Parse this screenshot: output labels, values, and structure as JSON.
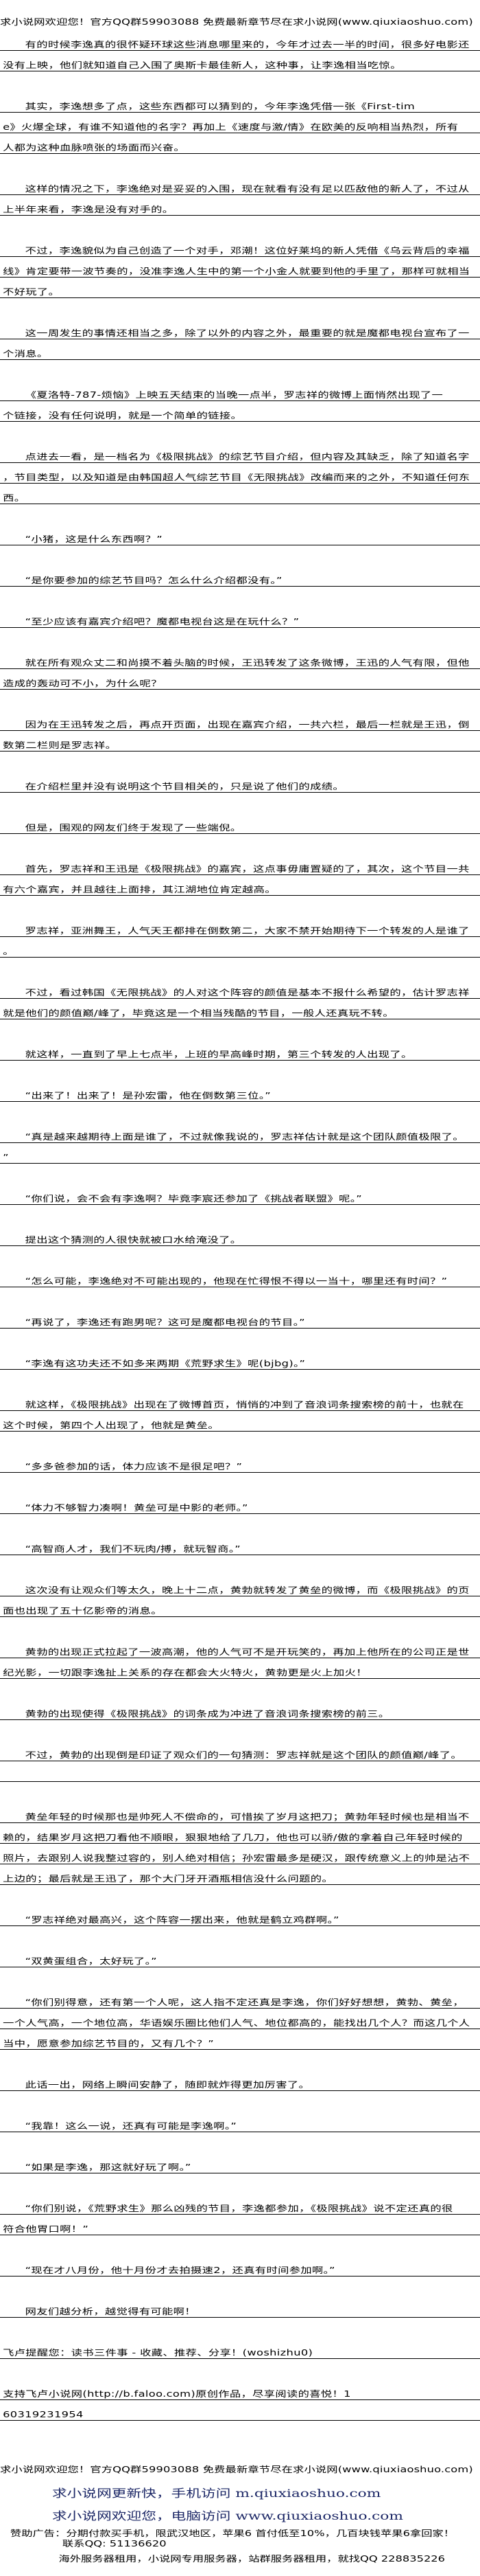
{
  "header": {
    "notice": "求小说网欢迎您！官方QQ群59903088 免费最新章节尽在求小说网(www.qiuxiaoshuo.com)"
  },
  "article": {
    "paragraphs": [
      {
        "lines": [
          "有的时候李逸真的很怀疑环球这些消息哪里来的，今年才过去一半的时间，很多好电影还",
          "没有上映，他们就知道自己入围了奥斯卡最佳新人，这种事，让李逸相当吃惊。"
        ]
      },
      {
        "lines": [
          "其实，李逸想多了点，这些东西都可以猜到的，今年李逸凭借一张《First-tim",
          "e》火爆全球，有谁不知道他的名字？再加上《速度与激/情》在欧美的反响相当热烈，所有",
          "人都为这种血脉喷张的场面而兴奋。"
        ]
      },
      {
        "lines": [
          "这样的情况之下，李逸绝对是妥妥的入围，现在就看有没有足以匹敌他的新人了，不过从",
          "上半年来看，李逸是没有对手的。"
        ]
      },
      {
        "lines": [
          "不过，李逸貌似为自己创造了一个对手，邓潮！这位好莱坞的新人凭借《乌云背后的幸福",
          "线》肯定要带一波节奏的，没准李逸人生中的第一个小金人就要到他的手里了，那样可就相当",
          "不好玩了。"
        ]
      },
      {
        "lines": [
          "这一周发生的事情还相当之多，除了以外的内容之外，最重要的就是魔都电视台宣布了一",
          "个消息。"
        ]
      },
      {
        "lines": [
          "《夏洛特-787-烦恼》上映五天结束的当晚一点半，罗志祥的微博上面悄然出现了一",
          "个链接，没有任何说明，就是一个简单的链接。"
        ]
      },
      {
        "lines": [
          "点进去一看，是一档名为《极限挑战》的综艺节目介绍，但内容及其缺乏，除了知道名字",
          "，节目类型，以及知道是由韩国超人气综艺节目《无限挑战》改编而来的之外，不知道任何东",
          "西。"
        ]
      },
      {
        "lines": [
          "“小猪，这是什么东西啊？”"
        ]
      },
      {
        "lines": [
          "“是你要参加的综艺节目吗？怎么什么介绍都没有。”"
        ]
      },
      {
        "lines": [
          "“至少应该有嘉宾介绍吧？魔都电视台这是在玩什么？”"
        ]
      },
      {
        "lines": [
          "就在所有观众丈二和尚摸不着头脑的时候，王迅转发了这条微博，王迅的人气有限，但他",
          "造成的轰动可不小，为什么呢？"
        ]
      },
      {
        "lines": [
          "因为在王迅转发之后，再点开页面，出现在嘉宾介绍，一共六栏，最后一栏就是王迅，倒",
          "数第二栏则是罗志祥。"
        ]
      },
      {
        "lines": [
          "在介绍栏里并没有说明这个节目相关的，只是说了他们的成绩。"
        ]
      },
      {
        "lines": [
          "但是，围观的网友们终于发现了一些端倪。"
        ]
      },
      {
        "lines": [
          "首先，罗志祥和王迅是《极限挑战》的嘉宾，这点事毋庸置疑的了，其次，这个节目一共",
          "有六个嘉宾，并且越往上面排，其江湖地位肯定越高。"
        ]
      },
      {
        "lines": [
          "罗志祥，亚洲舞王，人气天王都排在倒数第二，大家不禁开始期待下一个转发的人是谁了",
          "。"
        ]
      },
      {
        "lines": [
          "不过，看过韩国《无限挑战》的人对这个阵容的颜值是基本不报什么希望的，估计罗志祥",
          "就是他们的颜值巅/峰了，毕竟这是一个相当残酷的节目，一般人还真玩不转。"
        ]
      },
      {
        "lines": [
          "就这样，一直到了早上七点半，上班的早高峰时期，第三个转发的人出现了。"
        ]
      },
      {
        "lines": [
          "“出来了！出来了！是孙宏雷，他在倒数第三位。”"
        ]
      },
      {
        "lines": [
          "“真是越来越期待上面是谁了，不过就像我说的，罗志祥估计就是这个团队颜值极限了。",
          "”"
        ]
      },
      {
        "lines": [
          "“你们说，会不会有李逸啊？毕竟李宸还参加了《挑战者联盟》呢。”"
        ]
      },
      {
        "lines": [
          "提出这个猜测的人很快就被口水给淹没了。"
        ]
      },
      {
        "lines": [
          "“怎么可能，李逸绝对不可能出现的，他现在忙得恨不得以一当十，哪里还有时间？”"
        ]
      },
      {
        "lines": [
          "“再说了，李逸还有跑男呢？这可是魔都电视台的节目。”"
        ]
      },
      {
        "lines": [
          "“李逸有这功夫还不如多来两期《荒野求生》呢(bjbg)。”"
        ]
      },
      {
        "lines": [
          "就这样，《极限挑战》出现在了微博首页，悄悄的冲到了音浪词条搜索榜的前十，也就在",
          "这个时候，第四个人出现了，他就是黄垒。"
        ]
      },
      {
        "lines": [
          "“多多爸参加的话，体力应该不是很足吧？”"
        ]
      },
      {
        "lines": [
          "“体力不够智力凑啊！黄垒可是中影的老师。”"
        ]
      },
      {
        "lines": [
          "“高智商人才，我们不玩肉/搏，就玩智商。”"
        ]
      },
      {
        "lines": [
          "这次没有让观众们等太久，晚上十二点，黄勃就转发了黄垒的微博，而《极限挑战》的页",
          "面也出现了五十亿影帝的消息。"
        ]
      },
      {
        "lines": [
          "黄勃的出现正式拉起了一波高潮，他的人气可不是开玩笑的，再加上他所在的公司正是世",
          "纪光影，一切跟李逸扯上关系的存在都会大火特火，黄勃更是火上加火！"
        ]
      },
      {
        "lines": [
          "黄勃的出现使得《极限挑战》的词条成为冲进了音浪词条搜索榜的前三。"
        ]
      },
      {
        "lines": [
          "不过，黄勃的出现倒是印证了观众们的一句猜测：罗志祥就是这个团队的颜值巅/峰了。",
          ""
        ]
      },
      {
        "lines": [
          "黄垒年轻的时候那也是帅死人不偿命的，可惜挨了岁月这把刀；黄勃年轻时候也是相当不",
          "赖的，结果岁月这把刀看他不顺眼，狠狠地给了几刀，他也可以骄/傲的拿着自己年轻时候的",
          "照片，去跟别人说我整过容的，别人绝对相信；孙宏雷最多是硬汉，跟传统意义上的帅是沾不",
          "上边的；最后就是王迅了，那个大门牙开酒瓶相信没什么问题的。"
        ]
      },
      {
        "lines": [
          "“罗志祥绝对最高兴，这个阵容一摆出来，他就是鹤立鸡群啊。”"
        ]
      },
      {
        "lines": [
          "“双黄蛋组合，太好玩了。”"
        ]
      },
      {
        "lines": [
          "“你们别得意，还有第一个人呢，这人指不定还真是李逸，你们好好想想，黄勃、黄垒，",
          "一个人气高，一个地位高，华语娱乐圈比他们人气、地位都高的，能找出几个人？而这几个人",
          "当中，愿意参加综艺节目的，又有几个？”"
        ]
      },
      {
        "lines": [
          "此话一出，网络上瞬间安静了，随即就炸得更加厉害了。"
        ]
      },
      {
        "lines": [
          "“我靠！这么一说，还真有可能是李逸啊。”"
        ]
      },
      {
        "lines": [
          "“如果是李逸，那这就好玩了啊。”"
        ]
      },
      {
        "lines": [
          "“你们别说，《荒野求生》那么凶残的节目，李逸都参加，《极限挑战》说不定还真的很",
          "符合他胃口啊！”"
        ]
      },
      {
        "lines": [
          "“现在才八月份，他十月份才去拍摄速2，还真有时间参加啊。”"
        ]
      },
      {
        "lines": [
          "网友们越分析，越觉得有可能啊！"
        ]
      },
      {
        "lines": [
          "飞卢提醒您：读书三件事 - 收藏、推荐、分享！(woshizhu0)"
        ],
        "no_indent": true
      },
      {
        "lines": [
          "支持飞卢小说网(http://b.faloo.com)原创作品，尽享阅读的喜悦！1",
          "60319231954"
        ],
        "no_indent": true
      }
    ]
  },
  "footer": {
    "notice": "求小说网欢迎您！官方QQ群59903088 免费最新章节尽在求小说网(www.qiuxiaoshuo.com)",
    "mobile": "求小说网更新快，手机访问 m.qiuxiaoshuo.com",
    "desktop": "求小说网欢迎您，电脑访问 www.qiuxiaoshuo.com",
    "ad_line": "赞助广告：分期付款买手机，限武汉地区，苹果6 首付低至10%，几百块钱苹果6拿回家！",
    "ad_contact": "联系QQ: 51136620",
    "server_ad": "海外服务器租用，小说网专用服务器，站群服务器租用，就找QQ 228835226"
  },
  "colors": {
    "text": "#000000",
    "footer_link": "#1c2766",
    "background": "#ffffff"
  }
}
